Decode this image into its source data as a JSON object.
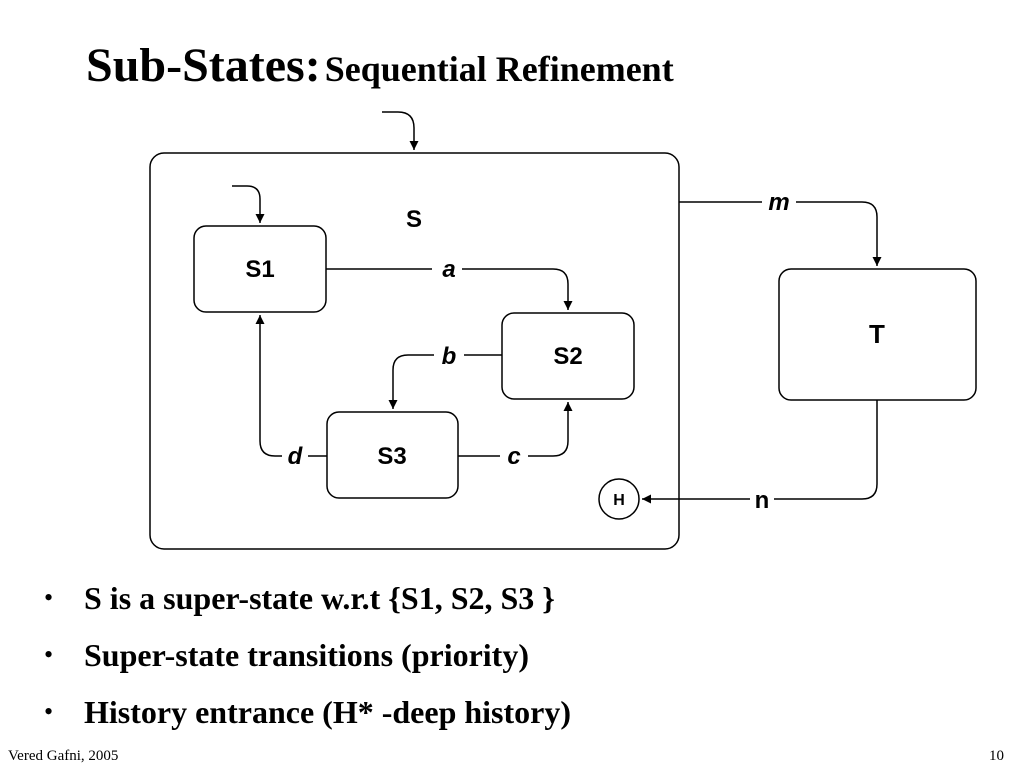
{
  "slide": {
    "title_main": "Sub-States:",
    "title_sub": "Sequential Refinement"
  },
  "diagram": {
    "superstate_label": "S",
    "states": {
      "s1": "S1",
      "s2": "S2",
      "s3": "S3",
      "t": "T",
      "history": "H"
    },
    "transitions": {
      "a": "a",
      "b": "b",
      "c": "c",
      "d": "d",
      "m": "m",
      "n": "n"
    }
  },
  "bullets": [
    "S is a super-state w.r.t  {S1, S2, S3 }",
    "Super-state transitions (priority)",
    "History entrance (H* -deep history)"
  ],
  "bullet_symbol": "•",
  "footer": {
    "author": "Vered Gafni, 2005",
    "page_number": "10"
  }
}
